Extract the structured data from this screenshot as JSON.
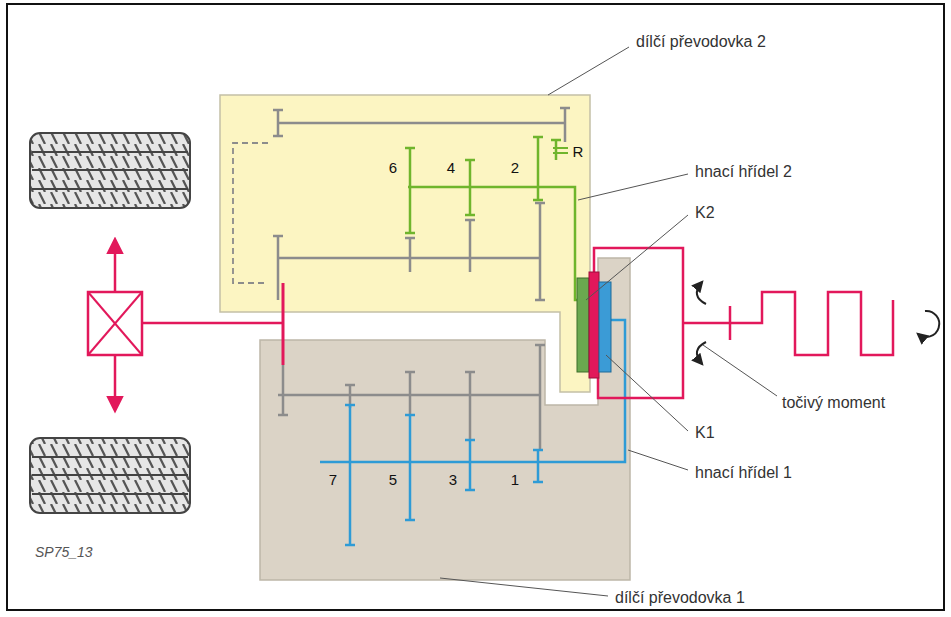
{
  "diagram": {
    "labels": [
      "dílčí převodovka 2",
      "6",
      "4",
      "2",
      "R",
      "hnací hřídel 2",
      "K2",
      "točivý moment",
      "K1",
      "7",
      "5",
      "3",
      "1",
      "hnací hřídel 1",
      "SP75_13",
      "dílčí převodovka 1"
    ]
  }
}
